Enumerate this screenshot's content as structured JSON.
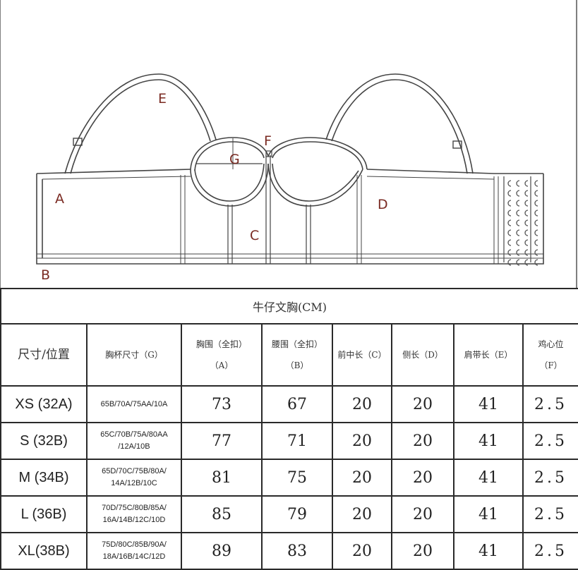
{
  "diagram": {
    "labels": {
      "a": "A",
      "b": "B",
      "c": "C",
      "d": "D",
      "e": "E",
      "f": "F",
      "g": "G"
    }
  },
  "table": {
    "title": "牛仔文胸(CM)",
    "headers": [
      {
        "line1": "尺寸/位置",
        "line2": ""
      },
      {
        "line1": "胸杯尺寸（G）",
        "line2": ""
      },
      {
        "line1": "胸围（全扣）",
        "line2": "（A）"
      },
      {
        "line1": "腰围（全扣）",
        "line2": "（B）"
      },
      {
        "line1": "前中长（C）",
        "line2": ""
      },
      {
        "line1": "侧长（D）",
        "line2": ""
      },
      {
        "line1": "肩带长（E）",
        "line2": ""
      },
      {
        "line1": "鸡心位",
        "line2": "（F）"
      }
    ],
    "rows": [
      {
        "size": "XS (32A)",
        "cup1": "65B/70A/75AA/10A",
        "cup2": "",
        "a": "73",
        "b": "67",
        "c": "20",
        "d": "20",
        "e": "41",
        "f": "2.5"
      },
      {
        "size": "S (32B)",
        "cup1": "65C/70B/75A/80AA",
        "cup2": "/12A/10B",
        "a": "77",
        "b": "71",
        "c": "20",
        "d": "20",
        "e": "41",
        "f": "2.5"
      },
      {
        "size": "M (34B)",
        "cup1": "65D/70C/75B/80A/",
        "cup2": "14A/12B/10C",
        "a": "81",
        "b": "75",
        "c": "20",
        "d": "20",
        "e": "41",
        "f": "2.5"
      },
      {
        "size": "L (36B)",
        "cup1": "70D/75C/80B/85A/",
        "cup2": "16A/14B/12C/10D",
        "a": "85",
        "b": "79",
        "c": "20",
        "d": "20",
        "e": "41",
        "f": "2.5"
      },
      {
        "size": "XL(38B)",
        "cup1": "75D/80C/85B/90A/",
        "cup2": "18A/16B/14C/12D",
        "a": "89",
        "b": "83",
        "c": "20",
        "d": "20",
        "e": "41",
        "f": "2.5"
      }
    ]
  }
}
